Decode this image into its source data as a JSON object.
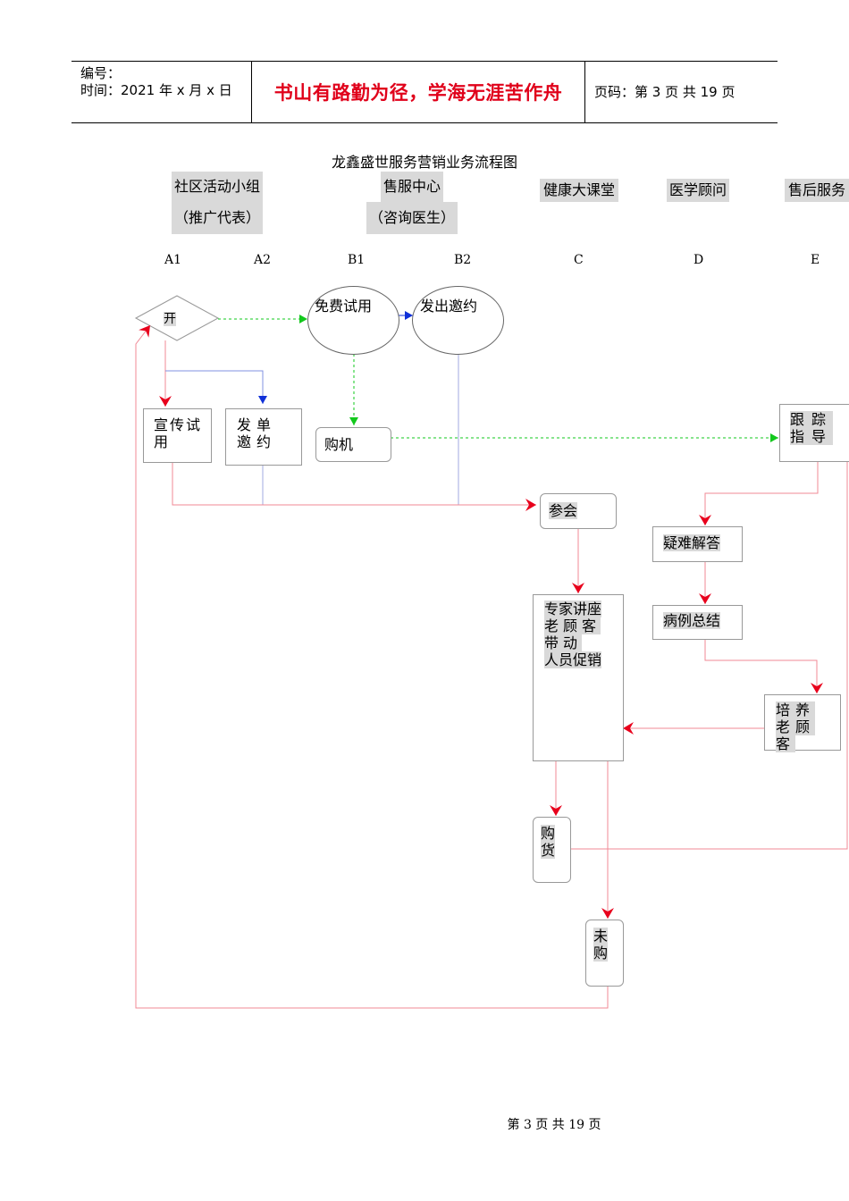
{
  "header": {
    "number_label": "编号：",
    "time_label": "时间：2021 年 x 月 x 日",
    "motto": "书山有路勤为径，学海无涯苦作舟",
    "page_info": "页码：第 3 页  共 19 页"
  },
  "diagram": {
    "title": "龙鑫盛世服务营销业务流程图",
    "lanes": [
      {
        "label": "社区活动小组",
        "sub": "（推广代表）"
      },
      {
        "label": "售服中心",
        "sub": "（咨询医生）"
      },
      {
        "label": "健康大课堂"
      },
      {
        "label": "医学顾问"
      },
      {
        "label": "售后服务"
      }
    ],
    "lane_codes": [
      "A1",
      "A2",
      "B1",
      "B2",
      "C",
      "D",
      "E"
    ],
    "nodes": {
      "start": "开",
      "free_trial": "免费试用",
      "send_invite": "发出邀约",
      "promote": "宣传试用",
      "flyer_invite": "发单邀约",
      "buy_machine": "购机",
      "attend": "参会",
      "expert_lecture": [
        "专家讲座",
        "老顾客带动",
        "人员促销"
      ],
      "purchase": "购货",
      "not_purchase": "未购",
      "follow_up": "跟踪指导",
      "qa": "疑难解答",
      "case_summary": "病例总结",
      "cultivate": "培养老顾客"
    },
    "colors": {
      "red": "#e8001c",
      "pink": "#f08a96",
      "blue": "#1030d8",
      "green": "#12c81c",
      "gray": "#bbbbbb"
    }
  },
  "footer": {
    "page": "第  3  页  共  19  页"
  }
}
